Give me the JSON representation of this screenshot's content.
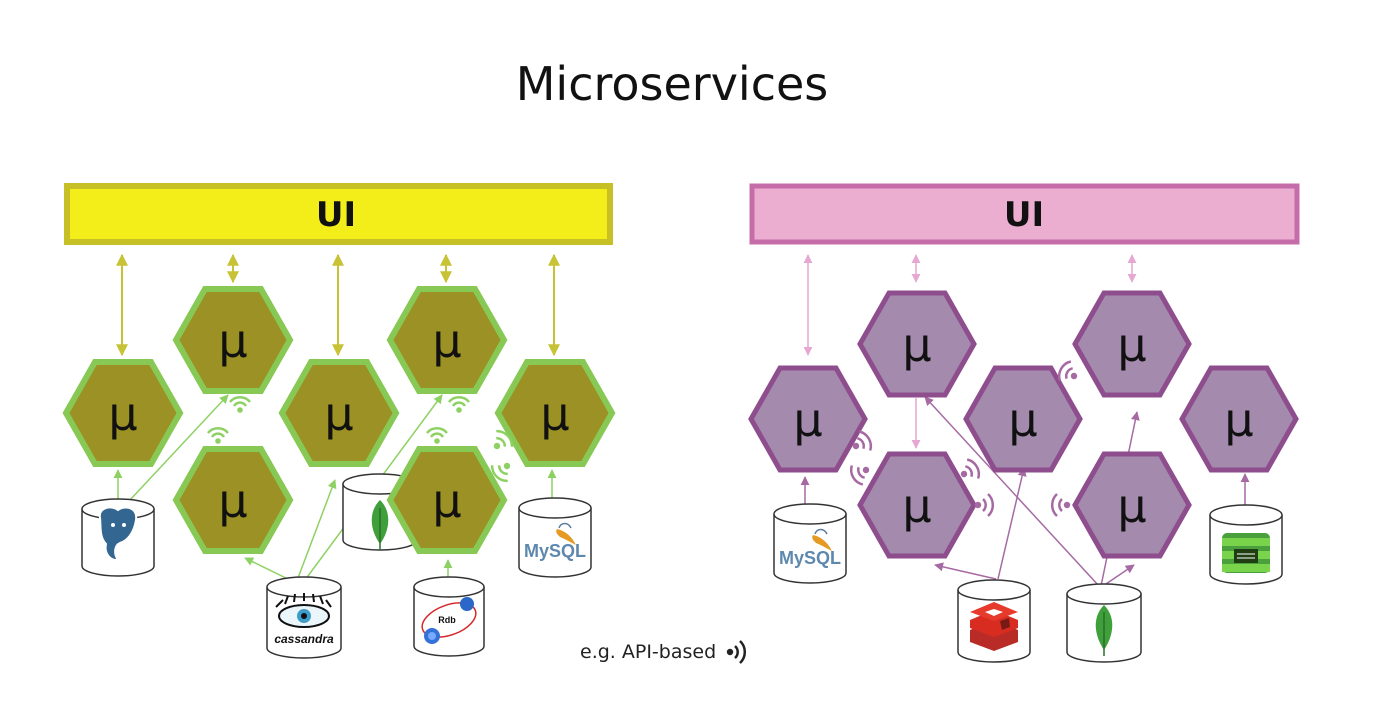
{
  "title": "Microservices",
  "colors": {
    "left_ui_fill": "#f3ee1a",
    "left_ui_stroke": "#c7bf26",
    "left_hex_fill": "#9c9124",
    "left_hex_stroke": "#87c954",
    "left_arrow": "#c8c236",
    "left_green": "#8ed163",
    "right_ui_fill": "#ebadd0",
    "right_ui_stroke": "#c46da8",
    "right_hex_fill": "#a48aad",
    "right_hex_stroke": "#8e4d8d",
    "right_arrow": "#a66aa2",
    "right_arrow_light": "#e7a7d3"
  },
  "left_panel": {
    "ui_label": "UI",
    "microservice_symbol": "μ",
    "databases": [
      {
        "name": "PostgreSQL",
        "icon": "postgresql-elephant-icon"
      },
      {
        "name": "cassandra",
        "icon": "cassandra-eye-icon"
      },
      {
        "name": "MongoDB",
        "icon": "mongodb-leaf-icon"
      },
      {
        "name": "Rdb",
        "icon": "rdb-icon"
      },
      {
        "name": "MySQL",
        "icon": "mysql-dolphin-icon"
      }
    ]
  },
  "right_panel": {
    "ui_label": "UI",
    "microservice_symbol": "μ",
    "databases": [
      {
        "name": "MySQL",
        "icon": "mysql-dolphin-icon"
      },
      {
        "name": "Redis",
        "icon": "redis-icon"
      },
      {
        "name": "MongoDB",
        "icon": "mongodb-leaf-icon"
      },
      {
        "name": "Spreadsheet",
        "icon": "spreadsheet-db-icon"
      }
    ]
  },
  "caption": {
    "text": "e.g. API-based",
    "icon": "api-signal-icon"
  }
}
